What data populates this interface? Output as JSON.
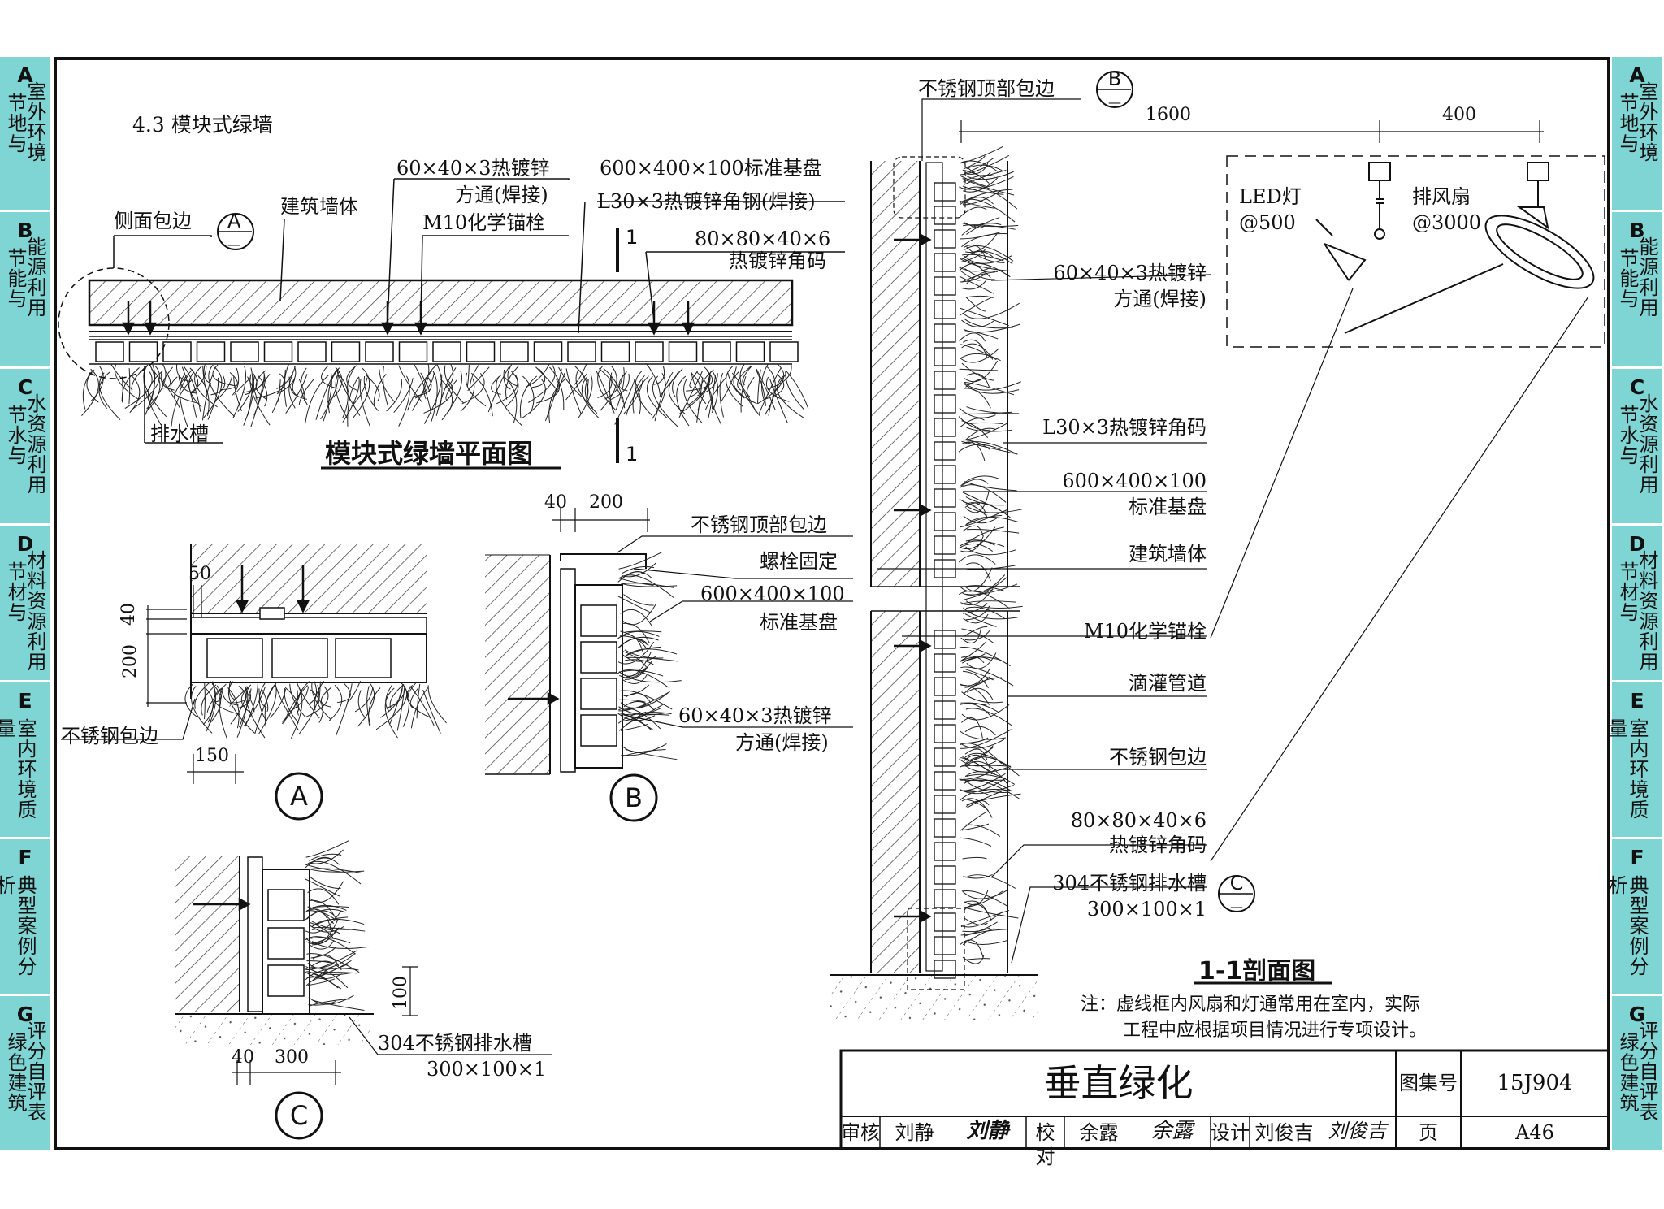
{
  "section_title": "4.3 模块式绿墙",
  "plan": {
    "title": "模块式绿墙平面图",
    "labels": {
      "side_edge": "侧面包边",
      "wall": "建筑墙体",
      "tube": "60×40×3热镀锌",
      "tube2": "方通(焊接)",
      "anchor": "M10化学锚栓",
      "panel": "600×400×100标准基盘",
      "angle": "L30×3热镀锌角钢(焊接)",
      "bracket": "80×80×40×6",
      "bracket2": "热镀锌角码",
      "drain": "排水槽",
      "section_mark": "1",
      "callout_letter": "A",
      "callout_dash": "—"
    }
  },
  "detail_a": {
    "circle": "A",
    "dims": [
      "50",
      "40",
      "200",
      "150"
    ],
    "label": "不锈钢包边"
  },
  "detail_b": {
    "circle": "B",
    "dims": [
      "40",
      "200"
    ],
    "labels": [
      "不锈钢顶部包边",
      "螺栓固定",
      "600×400×100",
      "标准基盘",
      "60×40×3热镀锌",
      "方通(焊接)"
    ]
  },
  "detail_c": {
    "circle": "C",
    "dims": [
      "100",
      "40",
      "300"
    ],
    "labels": [
      "304不锈钢排水槽",
      "300×100×1"
    ]
  },
  "section": {
    "title": "1-1剖面图",
    "top_label": "不锈钢顶部包边",
    "callout_b": "B",
    "callout_c": "C",
    "callout_dash": "—",
    "dim_1600": "1600",
    "dim_400": "400",
    "led": "LED灯",
    "led_spacing": "@500",
    "fan": "排风扇",
    "fan_spacing": "@3000",
    "labels": [
      "60×40×3热镀锌",
      "方通(焊接)",
      "L30×3热镀锌角码",
      "600×400×100",
      "标准基盘",
      "建筑墙体",
      "M10化学锚栓",
      "滴灌管道",
      "不锈钢包边",
      "80×80×40×6",
      "热镀锌角码",
      "304不锈钢排水槽",
      "300×100×1"
    ],
    "note_line1": "注：虚线框内风扇和灯通常用在室内，实际",
    "note_line2": "工程中应根据项目情况进行专项设计。"
  },
  "title_block": {
    "title": "垂直绿化",
    "atlas_label": "图集号",
    "atlas_no": "15J904",
    "review_label": "审核",
    "reviewer": "刘静",
    "review_sig": "刘静",
    "check_label": "校对",
    "checker": "余露",
    "check_sig": "余露",
    "design_label": "设计",
    "designer": "刘俊吉",
    "design_sig": "刘俊吉",
    "page_label": "页",
    "page_no": "A46"
  },
  "left_tabs": [
    {
      "letter": "A",
      "c1": "节地与",
      "c2": "室外环境"
    },
    {
      "letter": "B",
      "c1": "节能与",
      "c2": "能源利用"
    },
    {
      "letter": "C",
      "c1": "节水与",
      "c2": "水资源利用"
    },
    {
      "letter": "D",
      "c1": "节材与",
      "c2": "材料资源利用"
    },
    {
      "letter": "E",
      "c1": "",
      "c2": "室内环境质量"
    },
    {
      "letter": "F",
      "c1": "",
      "c2": "典型案例分析"
    },
    {
      "letter": "G",
      "c1": "绿色建筑",
      "c2": "评分自评表"
    }
  ],
  "right_tabs": [
    {
      "letter": "A",
      "c1": "节地与",
      "c2": "室外环境"
    },
    {
      "letter": "B",
      "c1": "节能与",
      "c2": "能源利用"
    },
    {
      "letter": "C",
      "c1": "节水与",
      "c2": "水资源利用"
    },
    {
      "letter": "D",
      "c1": "节材与",
      "c2": "材料资源利用"
    },
    {
      "letter": "E",
      "c1": "",
      "c2": "室内环境质量"
    },
    {
      "letter": "F",
      "c1": "",
      "c2": "典型案例分析"
    },
    {
      "letter": "G",
      "c1": "绿色建筑",
      "c2": "评分自评表"
    }
  ]
}
